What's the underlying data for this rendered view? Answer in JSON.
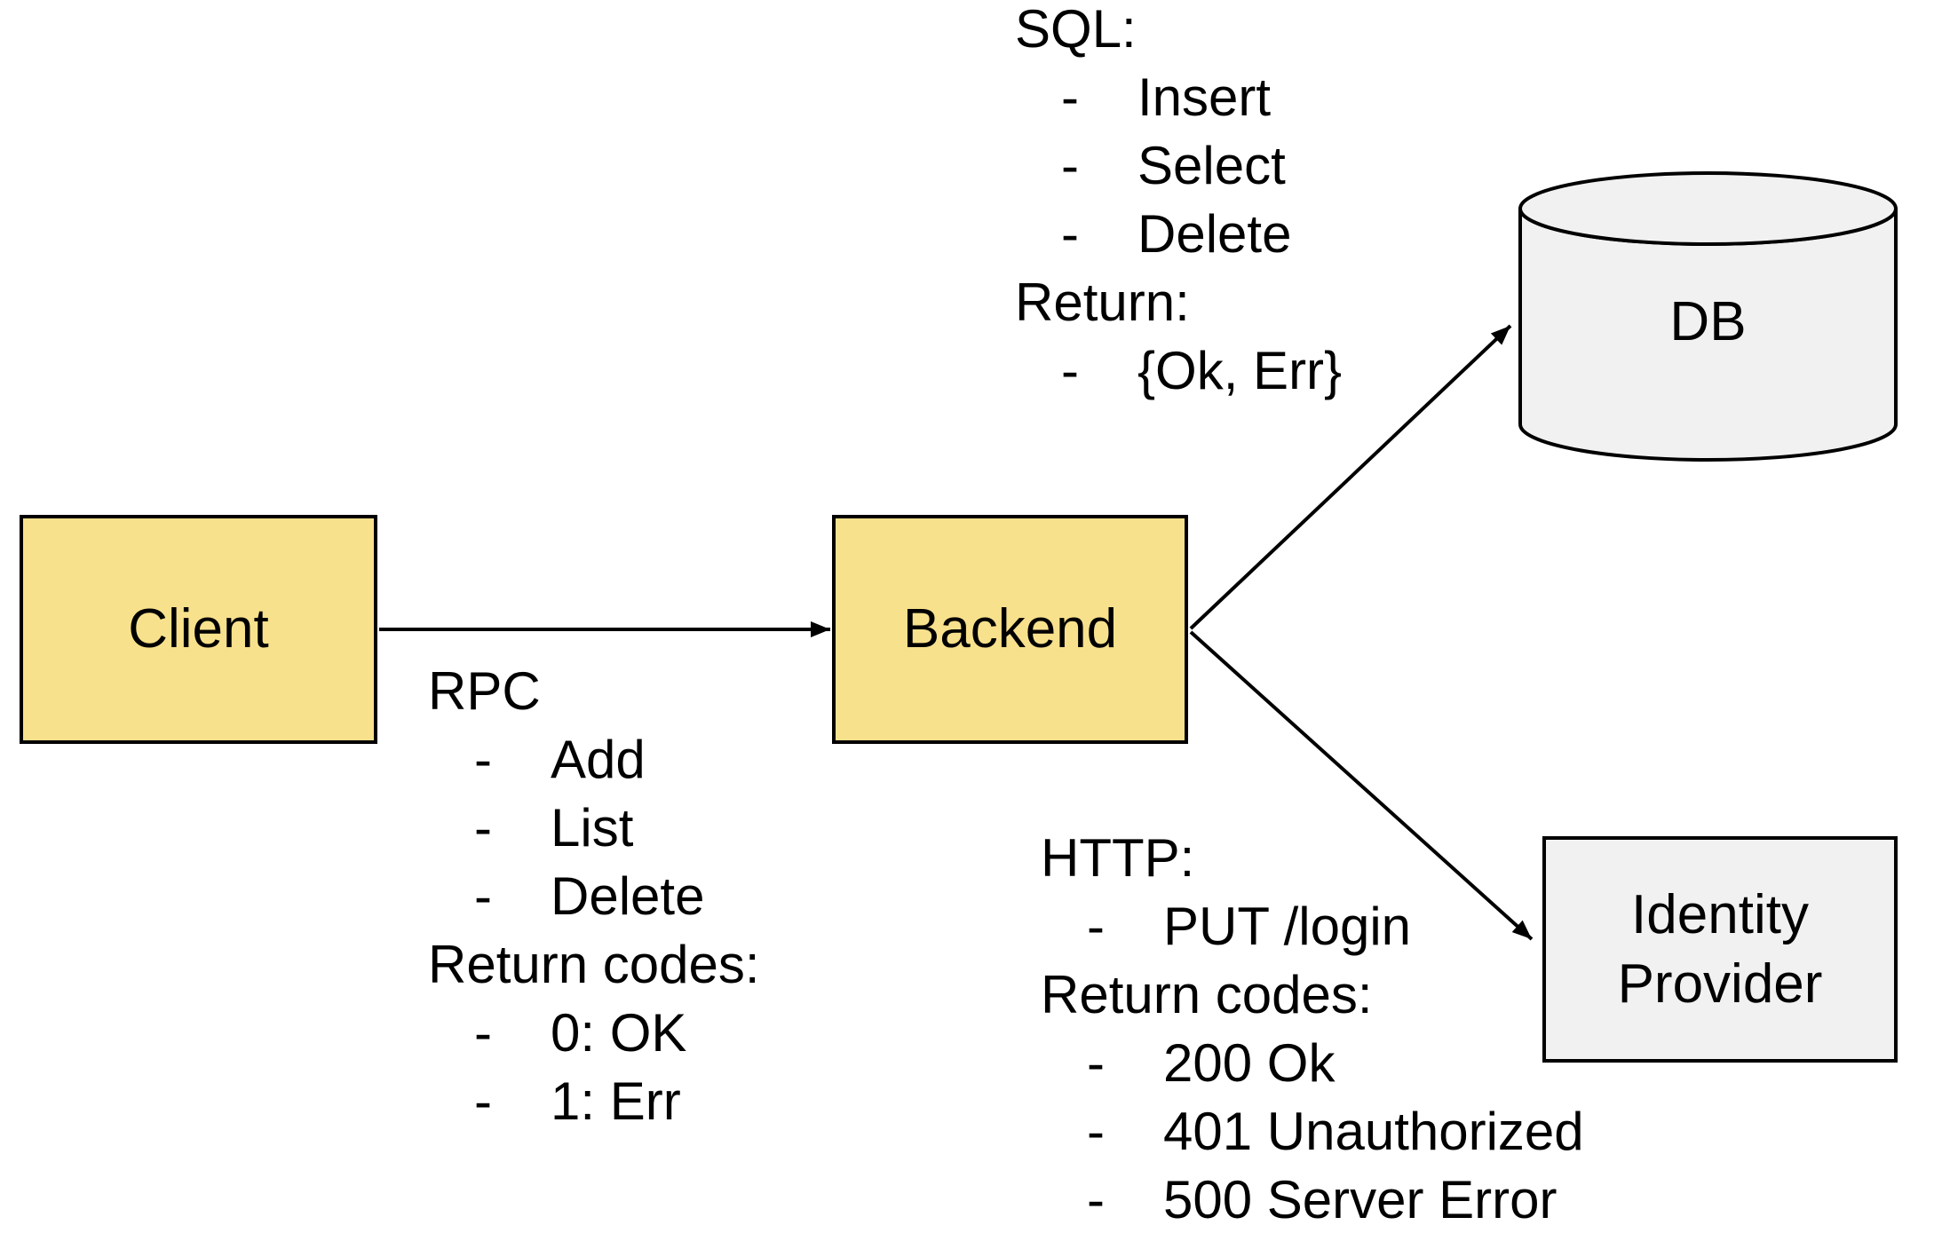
{
  "ui": {
    "bullet_char": "-"
  },
  "colors": {
    "node_fill_yellow": "#F8E18C",
    "node_fill_gray": "#F1F1F1",
    "stroke": "#000000",
    "background": "#FFFFFF"
  },
  "nodes": {
    "client": {
      "label": "Client"
    },
    "backend": {
      "label": "Backend"
    },
    "db": {
      "label": "DB"
    },
    "identity_provider": {
      "label": "Identity Provider"
    }
  },
  "notes": {
    "sql": {
      "heading": "SQL:",
      "items": [
        "Insert",
        "Select",
        "Delete"
      ],
      "return_heading": "Return:",
      "return_items": [
        "{Ok, Err}"
      ]
    },
    "rpc": {
      "heading": "RPC",
      "items": [
        "Add",
        "List",
        "Delete"
      ],
      "return_heading": "Return codes:",
      "return_items": [
        "0: OK",
        "1: Err"
      ]
    },
    "http": {
      "heading": "HTTP:",
      "items": [
        "PUT /login"
      ],
      "return_heading": "Return codes:",
      "return_items": [
        "200 Ok",
        "401 Unauthorized",
        "500 Server Error"
      ]
    }
  }
}
